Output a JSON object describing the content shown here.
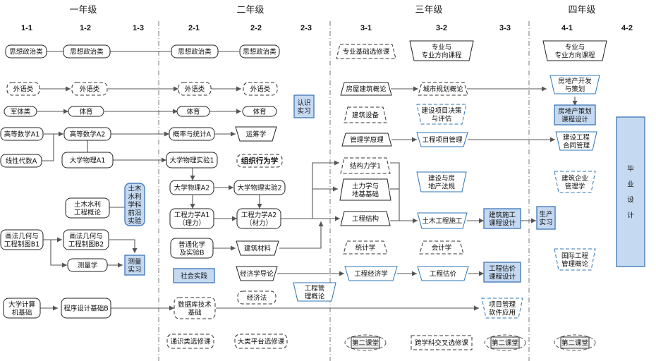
{
  "title": "课程体系拓扑图",
  "years": [
    {
      "label": "一年级",
      "semesters": [
        "1-1",
        "1-2",
        "1-3"
      ]
    },
    {
      "label": "二年级",
      "semesters": [
        "2-1",
        "2-2",
        "2-3"
      ]
    },
    {
      "label": "三年级",
      "semesters": [
        "3-1",
        "3-2",
        "3-3"
      ]
    },
    {
      "label": "四年级",
      "semesters": [
        "4-1",
        "4-2"
      ]
    }
  ],
  "colors": {
    "line": "#555555",
    "blue_border": "#2e75b6",
    "practice_fill": "#c5d9f1",
    "practice_border": "#4a7ebb",
    "divider": "#888888"
  },
  "nodes": [
    {
      "id": "n1",
      "text": "思想政治类",
      "shape": "round",
      "style": "solid"
    },
    {
      "id": "n2",
      "text": "思想政治类",
      "shape": "round",
      "style": "solid"
    },
    {
      "id": "n3",
      "text": "思想政治类",
      "shape": "round",
      "style": "solid"
    },
    {
      "id": "n4",
      "text": "思想政治类",
      "shape": "round",
      "style": "solid"
    },
    {
      "id": "n5",
      "text": "外语类",
      "shape": "round",
      "style": "dashed"
    },
    {
      "id": "n6",
      "text": "外语类",
      "shape": "round",
      "style": "dashed"
    },
    {
      "id": "n7",
      "text": "外语类",
      "shape": "round",
      "style": "dashed"
    },
    {
      "id": "n8",
      "text": "外语类",
      "shape": "round",
      "style": "dashed"
    },
    {
      "id": "n9",
      "text": "军体类",
      "shape": "round",
      "style": "solid"
    },
    {
      "id": "n10",
      "text": "体育",
      "shape": "round",
      "style": "solid"
    },
    {
      "id": "n11",
      "text": "体育",
      "shape": "round",
      "style": "solid"
    },
    {
      "id": "n12",
      "text": "体育",
      "shape": "round",
      "style": "solid"
    },
    {
      "id": "n13",
      "text": "高等数学A1",
      "shape": "round",
      "style": "solid"
    },
    {
      "id": "n14",
      "text": "线性代数A",
      "shape": "round",
      "style": "solid"
    },
    {
      "id": "n15",
      "text": "高等数学A2",
      "shape": "round",
      "style": "solid"
    },
    {
      "id": "n16",
      "text": "大学物理A1",
      "shape": "round",
      "style": "solid"
    },
    {
      "id": "n17",
      "text": "概率与统计A",
      "shape": "round",
      "style": "solid"
    },
    {
      "id": "n18",
      "text": "运筹学",
      "shape": "trap",
      "style": "solid"
    },
    {
      "id": "n19",
      "text": "大学物理实验1",
      "shape": "round",
      "style": "solid"
    },
    {
      "id": "n20",
      "text": "组织行为学",
      "shape": "round",
      "style": "dashed",
      "bold": true
    },
    {
      "id": "n21",
      "text": "大学物理A2",
      "shape": "round",
      "style": "solid"
    },
    {
      "id": "n22",
      "text": "大学物理实验2",
      "shape": "round",
      "style": "solid"
    },
    {
      "id": "n23",
      "text": "工程力学A1\n（理力）",
      "shape": "round",
      "style": "solid"
    },
    {
      "id": "n24",
      "text": "工程力学A2\n（材力）",
      "shape": "round",
      "style": "solid"
    },
    {
      "id": "n25",
      "text": "普通化学\n及实验B",
      "shape": "round",
      "style": "solid"
    },
    {
      "id": "n26",
      "text": "建筑材料",
      "shape": "trap",
      "style": "solid"
    },
    {
      "id": "n27",
      "text": "社会实践",
      "shape": "rect",
      "style": "practice"
    },
    {
      "id": "n28",
      "text": "经济学导论",
      "shape": "trap",
      "style": "solid"
    },
    {
      "id": "n29",
      "text": "经济法",
      "shape": "round",
      "style": "dashed"
    },
    {
      "id": "n30",
      "text": "工程管\n理概论",
      "shape": "trap",
      "style": "blue"
    },
    {
      "id": "n31",
      "text": "土木水利\n工程概论",
      "shape": "round",
      "style": "solid"
    },
    {
      "id": "n32",
      "text": "土木\n水利\n学科\n前沿\n实验",
      "shape": "round",
      "style": "practice"
    },
    {
      "id": "n33",
      "text": "画法几何与\n工程制图B1",
      "shape": "round",
      "style": "solid"
    },
    {
      "id": "n34",
      "text": "画法几何与\n工程制图B2",
      "shape": "round",
      "style": "solid"
    },
    {
      "id": "n35",
      "text": "测量学",
      "shape": "round",
      "style": "solid"
    },
    {
      "id": "n36",
      "text": "测量\n实习",
      "shape": "rect",
      "style": "practice"
    },
    {
      "id": "n37",
      "text": "大学计算\n机基础",
      "shape": "round",
      "style": "solid"
    },
    {
      "id": "n38",
      "text": "程序设计基础B",
      "shape": "round",
      "style": "solid"
    },
    {
      "id": "n39",
      "text": "数据库技术\n基础",
      "shape": "round",
      "style": "dashed"
    },
    {
      "id": "n40",
      "text": "通识类选修课",
      "shape": "round",
      "style": "dashed"
    },
    {
      "id": "n41",
      "text": "大类平台选修课",
      "shape": "round",
      "style": "dashed"
    },
    {
      "id": "n42",
      "text": "认识\n实习",
      "shape": "rect",
      "style": "practice"
    },
    {
      "id": "n43",
      "text": "专业基础选修课",
      "shape": "para",
      "style": "dashed"
    },
    {
      "id": "n44",
      "text": "专业与\n专业方向课程",
      "shape": "trap",
      "style": "solid"
    },
    {
      "id": "n45",
      "text": "房屋建筑概论",
      "shape": "para",
      "style": "solid"
    },
    {
      "id": "n46",
      "text": "城市规划概论",
      "shape": "para",
      "style": "dashed"
    },
    {
      "id": "n47",
      "text": "建筑设备",
      "shape": "para",
      "style": "dashed"
    },
    {
      "id": "n48",
      "text": "建设项目决策\n与评估",
      "shape": "trap",
      "style": "bluedash"
    },
    {
      "id": "n49",
      "text": "管理学原理",
      "shape": "para",
      "style": "solid"
    },
    {
      "id": "n50",
      "text": "工程项目管理",
      "shape": "trap",
      "style": "blue"
    },
    {
      "id": "n51",
      "text": "结构力学1",
      "shape": "para",
      "style": "dashed"
    },
    {
      "id": "n52",
      "text": "土力学与\n地基基础",
      "shape": "para",
      "style": "solid"
    },
    {
      "id": "n53",
      "text": "建设与房\n地产法规",
      "shape": "trap",
      "style": "blue"
    },
    {
      "id": "n54",
      "text": "工程结构",
      "shape": "para",
      "style": "solid"
    },
    {
      "id": "n55",
      "text": "土木工程施工",
      "shape": "trap",
      "style": "blue"
    },
    {
      "id": "n56",
      "text": "建筑施工\n课程设计",
      "shape": "rect",
      "style": "practice"
    },
    {
      "id": "n57",
      "text": "统计学",
      "shape": "para",
      "style": "dashed"
    },
    {
      "id": "n58",
      "text": "会计学",
      "shape": "para",
      "style": "dashed"
    },
    {
      "id": "n59",
      "text": "工程经济学",
      "shape": "trap",
      "style": "blue"
    },
    {
      "id": "n60",
      "text": "工程估价",
      "shape": "trap",
      "style": "blue"
    },
    {
      "id": "n61",
      "text": "工程估价\n课程设计",
      "shape": "rect",
      "style": "practice"
    },
    {
      "id": "n62",
      "text": "项目管理\n软件应用",
      "shape": "trap",
      "style": "bluedash"
    },
    {
      "id": "n63",
      "text": "第二课堂",
      "shape": "ellipse",
      "style": "dashed"
    },
    {
      "id": "n64",
      "text": "跨学科交叉选修课",
      "shape": "rect",
      "style": "dashed"
    },
    {
      "id": "n65",
      "text": "第二课堂",
      "shape": "ellipse",
      "style": "dashed"
    },
    {
      "id": "n66",
      "text": "专业与\n专业方向课程",
      "shape": "trap",
      "style": "solid"
    },
    {
      "id": "n67",
      "text": "房地产开发\n与策划",
      "shape": "trap",
      "style": "blue"
    },
    {
      "id": "n68",
      "text": "房地产策划\n课程设计",
      "shape": "rect",
      "style": "practice"
    },
    {
      "id": "n69",
      "text": "建设工程\n合同管理",
      "shape": "trap",
      "style": "blue"
    },
    {
      "id": "n70",
      "text": "建筑企业\n管理学",
      "shape": "trap",
      "style": "bluedash"
    },
    {
      "id": "n71",
      "text": "生产\n实习",
      "shape": "rect",
      "style": "practice"
    },
    {
      "id": "n72",
      "text": "国际工程\n管理概论",
      "shape": "trap",
      "style": "bluedash"
    },
    {
      "id": "n73",
      "text": "第二课堂",
      "shape": "ellipse",
      "style": "dashed"
    },
    {
      "id": "n74",
      "text": "毕\n\n业\n\n设\n\n计",
      "shape": "rect",
      "style": "practice"
    }
  ]
}
